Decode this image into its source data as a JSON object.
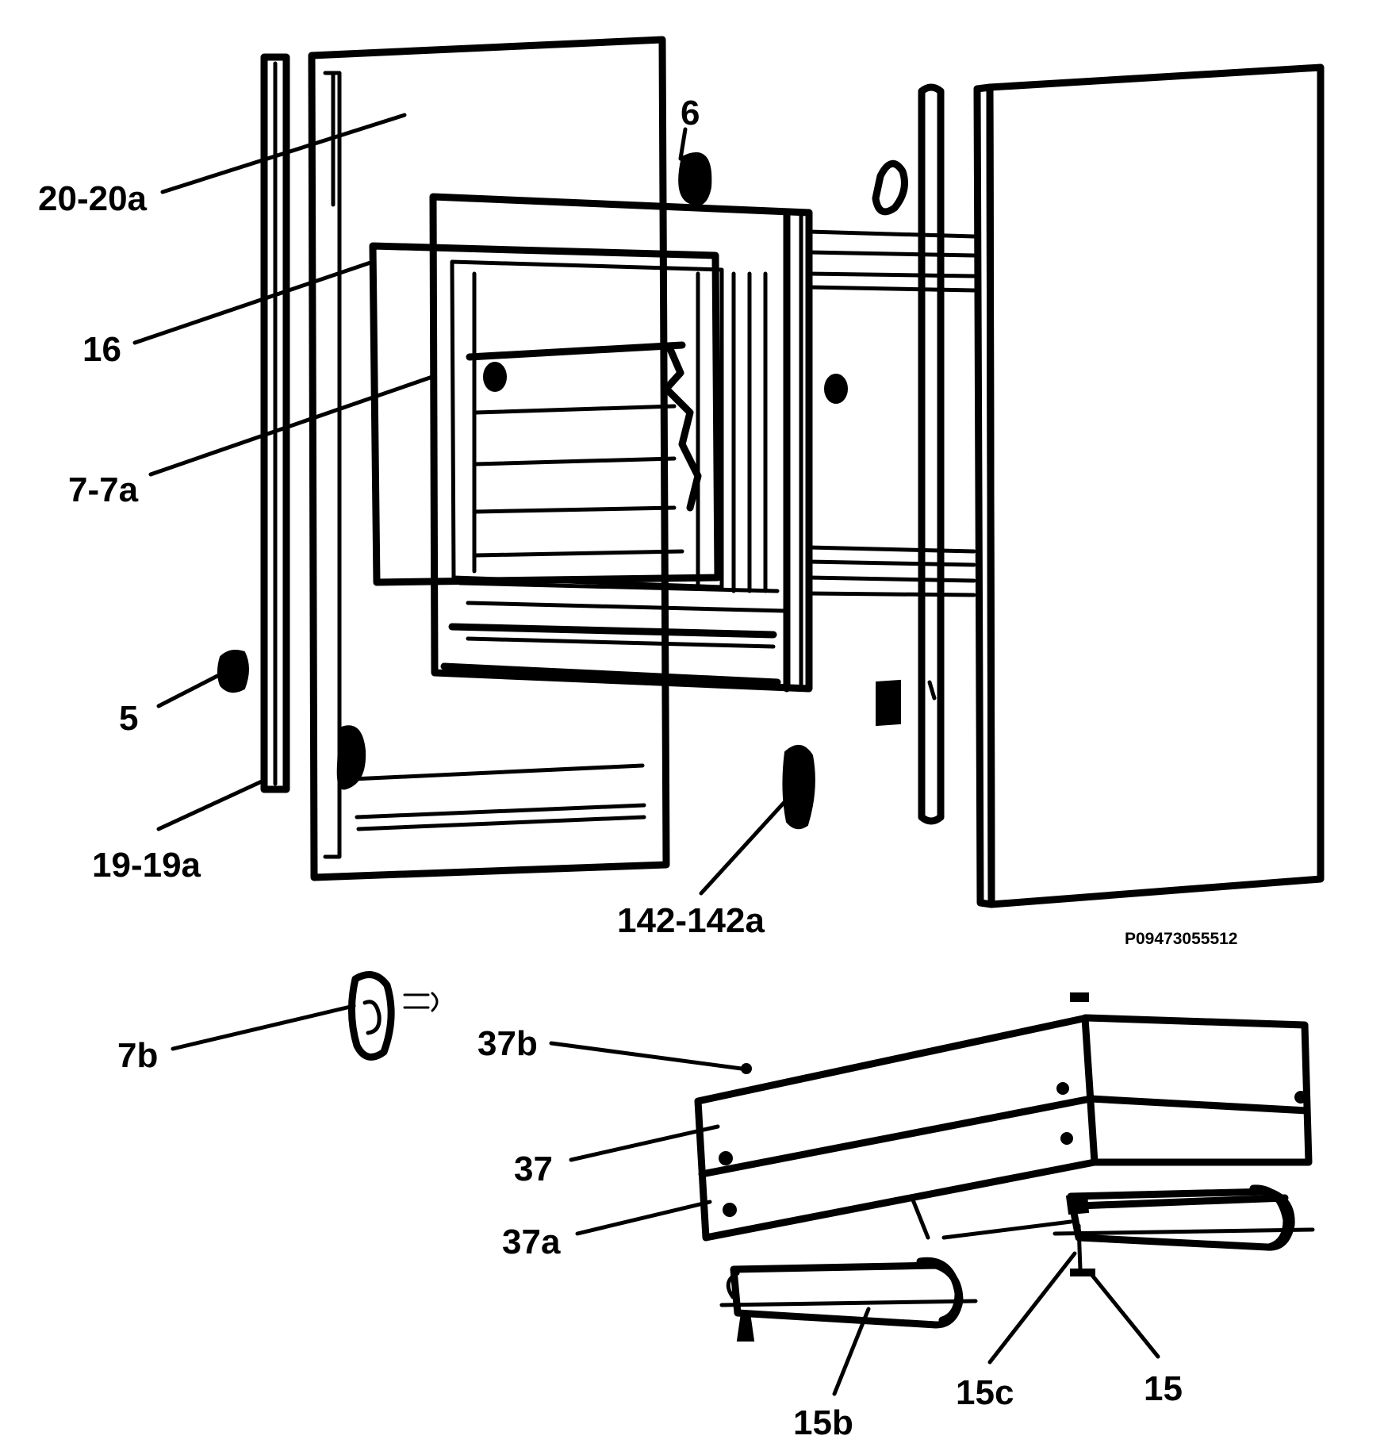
{
  "diagram": {
    "callouts": {
      "c20_20a": "20-20a",
      "c16": "16",
      "c7_7a": "7-7a",
      "c5": "5",
      "c19_19a": "19-19a",
      "c6": "6",
      "c142_142a": "142-142a",
      "c7b": "7b",
      "c37b": "37b",
      "c37": "37",
      "c37a": "37a",
      "c15b": "15b",
      "c15c": "15c",
      "c15": "15"
    },
    "drawing_code": "P09473055512",
    "colors": {
      "line": "#000000",
      "background": "#ffffff"
    }
  }
}
